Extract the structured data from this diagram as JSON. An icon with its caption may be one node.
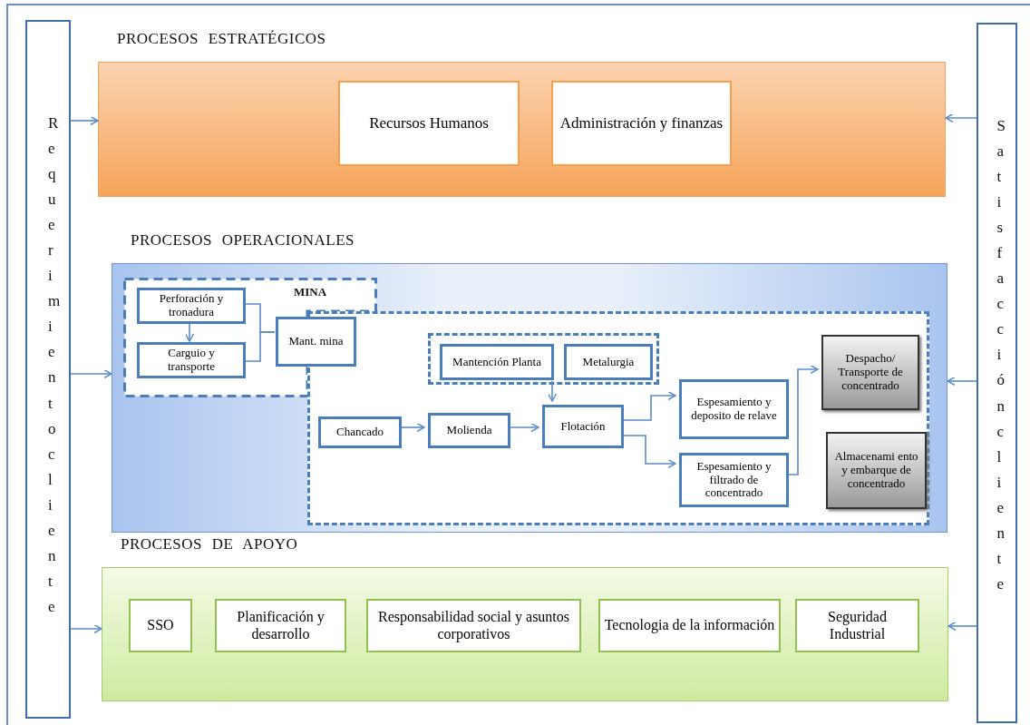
{
  "diagram": {
    "nodes": [
      {
        "text": [
          "Requerimiento cliente"
        ]
      },
      {
        "text": [
          "Satisfacción cliente"
        ]
      },
      {
        "text": [
          "PROCESOS ESTRATÉGICOS"
        ]
      },
      {
        "text": [
          "Recursos Humanos"
        ],
        "in": 2
      },
      {
        "text": [
          "Administración y finanzas"
        ],
        "in": 2
      },
      {
        "text": [
          "PROCESOS OPERACIONALES"
        ]
      },
      {
        "text": [
          "MINA"
        ],
        "in": 5
      },
      {
        "text": [
          "Perforación y tronadura"
        ],
        "in": 6
      },
      {
        "text": [
          "Carguio y transporte"
        ],
        "in": 6
      },
      {
        "text": [
          "Mant. mina"
        ],
        "in": 5
      },
      {
        "text": [],
        "shape": "box",
        "in": 5
      },
      {
        "text": [],
        "shape": "box",
        "in": 10
      },
      {
        "text": [
          "Mantención Planta"
        ],
        "in": 11
      },
      {
        "text": [
          "Metalurgia"
        ],
        "in": 11
      },
      {
        "text": [
          "Chancado"
        ],
        "in": 10
      },
      {
        "text": [
          "Molienda"
        ],
        "in": 10
      },
      {
        "text": [
          "Flotación"
        ],
        "in": 10
      },
      {
        "text": [
          "Espesamiento y deposito de relave"
        ],
        "in": 10
      },
      {
        "text": [
          "Espesamiento y filtrado de concentrado"
        ],
        "in": 10
      },
      {
        "text": [
          "Despacho/ Transporte de concentrado"
        ],
        "in": 10
      },
      {
        "text": [
          "Almacenami ento y embarque de concentrado"
        ],
        "in": 10
      },
      {
        "text": [
          "PROCESOS DE APOYO"
        ]
      },
      {
        "text": [
          "SSO"
        ],
        "in": 21
      },
      {
        "text": [
          "Planificación y desarrollo"
        ],
        "in": 21
      },
      {
        "text": [
          "Responsabilidad social y asuntos corporativos"
        ],
        "in": 21
      },
      {
        "text": [
          "Tecnologia de la información"
        ],
        "in": 21
      },
      {
        "text": [
          "Seguridad Industrial"
        ],
        "in": 21
      }
    ],
    "edges": [
      {
        "from": 0,
        "to": 2,
        "arrow": "to"
      },
      {
        "from": 0,
        "to": 5,
        "arrow": "to"
      },
      {
        "from": 0,
        "to": 21,
        "arrow": "to"
      },
      {
        "from": 1,
        "to": 2,
        "arrow": "to"
      },
      {
        "from": 1,
        "to": 5,
        "arrow": "to"
      },
      {
        "from": 1,
        "to": 21,
        "arrow": "to"
      },
      {
        "from": 7,
        "to": 8,
        "arrow": "to"
      },
      {
        "from": 7,
        "to": 9,
        "arrow": "none"
      },
      {
        "from": 8,
        "to": 9,
        "arrow": "none"
      },
      {
        "from": 14,
        "to": 15,
        "arrow": "to"
      },
      {
        "from": 15,
        "to": 16,
        "arrow": "to"
      },
      {
        "from": 11,
        "to": 16,
        "arrow": "to"
      },
      {
        "from": 16,
        "to": 17,
        "arrow": "to"
      },
      {
        "from": 16,
        "to": 18,
        "arrow": "to"
      },
      {
        "from": 18,
        "to": 19,
        "arrow": "to"
      }
    ]
  }
}
